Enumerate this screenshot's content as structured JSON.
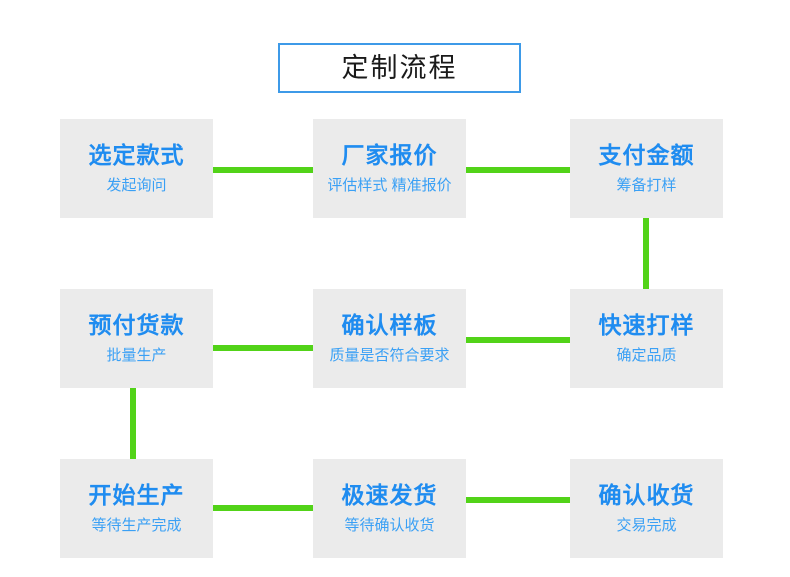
{
  "diagram": {
    "title": "定制流程",
    "accent_blue": "#1f8cf0",
    "accent_sub_blue": "#3aa0f5",
    "connector_green": "#52d318",
    "box_background": "#ebebeb",
    "title_border": "#3d9ae8",
    "steps": [
      {
        "id": "select-style",
        "title": "选定款式",
        "subtitle": "发起询问",
        "row": 1,
        "col": 1
      },
      {
        "id": "factory-quote",
        "title": "厂家报价",
        "subtitle": "评估样式 精准报价",
        "row": 1,
        "col": 2
      },
      {
        "id": "pay-amount",
        "title": "支付金额",
        "subtitle": "筹备打样",
        "row": 1,
        "col": 3
      },
      {
        "id": "prepay-goods",
        "title": "预付货款",
        "subtitle": "批量生产",
        "row": 2,
        "col": 1
      },
      {
        "id": "confirm-sample",
        "title": "确认样板",
        "subtitle": "质量是否符合要求",
        "row": 2,
        "col": 2
      },
      {
        "id": "fast-sampling",
        "title": "快速打样",
        "subtitle": "确定品质",
        "row": 2,
        "col": 3
      },
      {
        "id": "start-production",
        "title": "开始生产",
        "subtitle": "等待生产完成",
        "row": 3,
        "col": 1
      },
      {
        "id": "fast-shipping",
        "title": "极速发货",
        "subtitle": "等待确认收货",
        "row": 3,
        "col": 2
      },
      {
        "id": "confirm-receipt",
        "title": "确认收货",
        "subtitle": "交易完成",
        "row": 3,
        "col": 3
      }
    ],
    "connectors": [
      {
        "id": "select-style-to-factory-quote",
        "orientation": "horizontal"
      },
      {
        "id": "factory-quote-to-pay-amount",
        "orientation": "horizontal"
      },
      {
        "id": "pay-amount-to-fast-sampling",
        "orientation": "vertical"
      },
      {
        "id": "fast-sampling-to-confirm-sample",
        "orientation": "horizontal"
      },
      {
        "id": "confirm-sample-to-prepay-goods",
        "orientation": "horizontal"
      },
      {
        "id": "prepay-goods-to-start-production",
        "orientation": "vertical"
      },
      {
        "id": "start-production-to-fast-shipping",
        "orientation": "horizontal"
      },
      {
        "id": "fast-shipping-to-confirm-receipt",
        "orientation": "horizontal"
      }
    ]
  }
}
